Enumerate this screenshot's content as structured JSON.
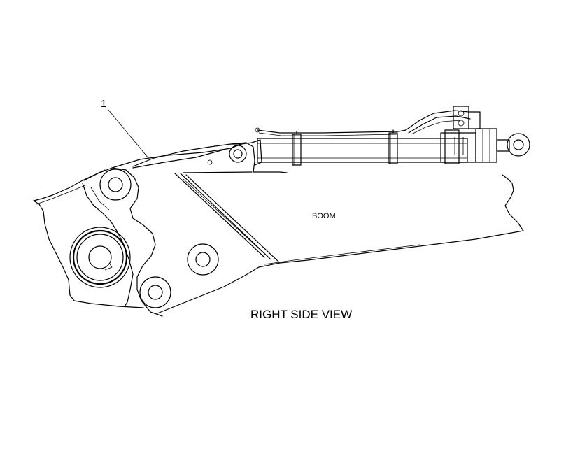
{
  "callout": {
    "number": "1"
  },
  "labels": {
    "boom": "BOOM",
    "view": "RIGHT SIDE VIEW"
  }
}
